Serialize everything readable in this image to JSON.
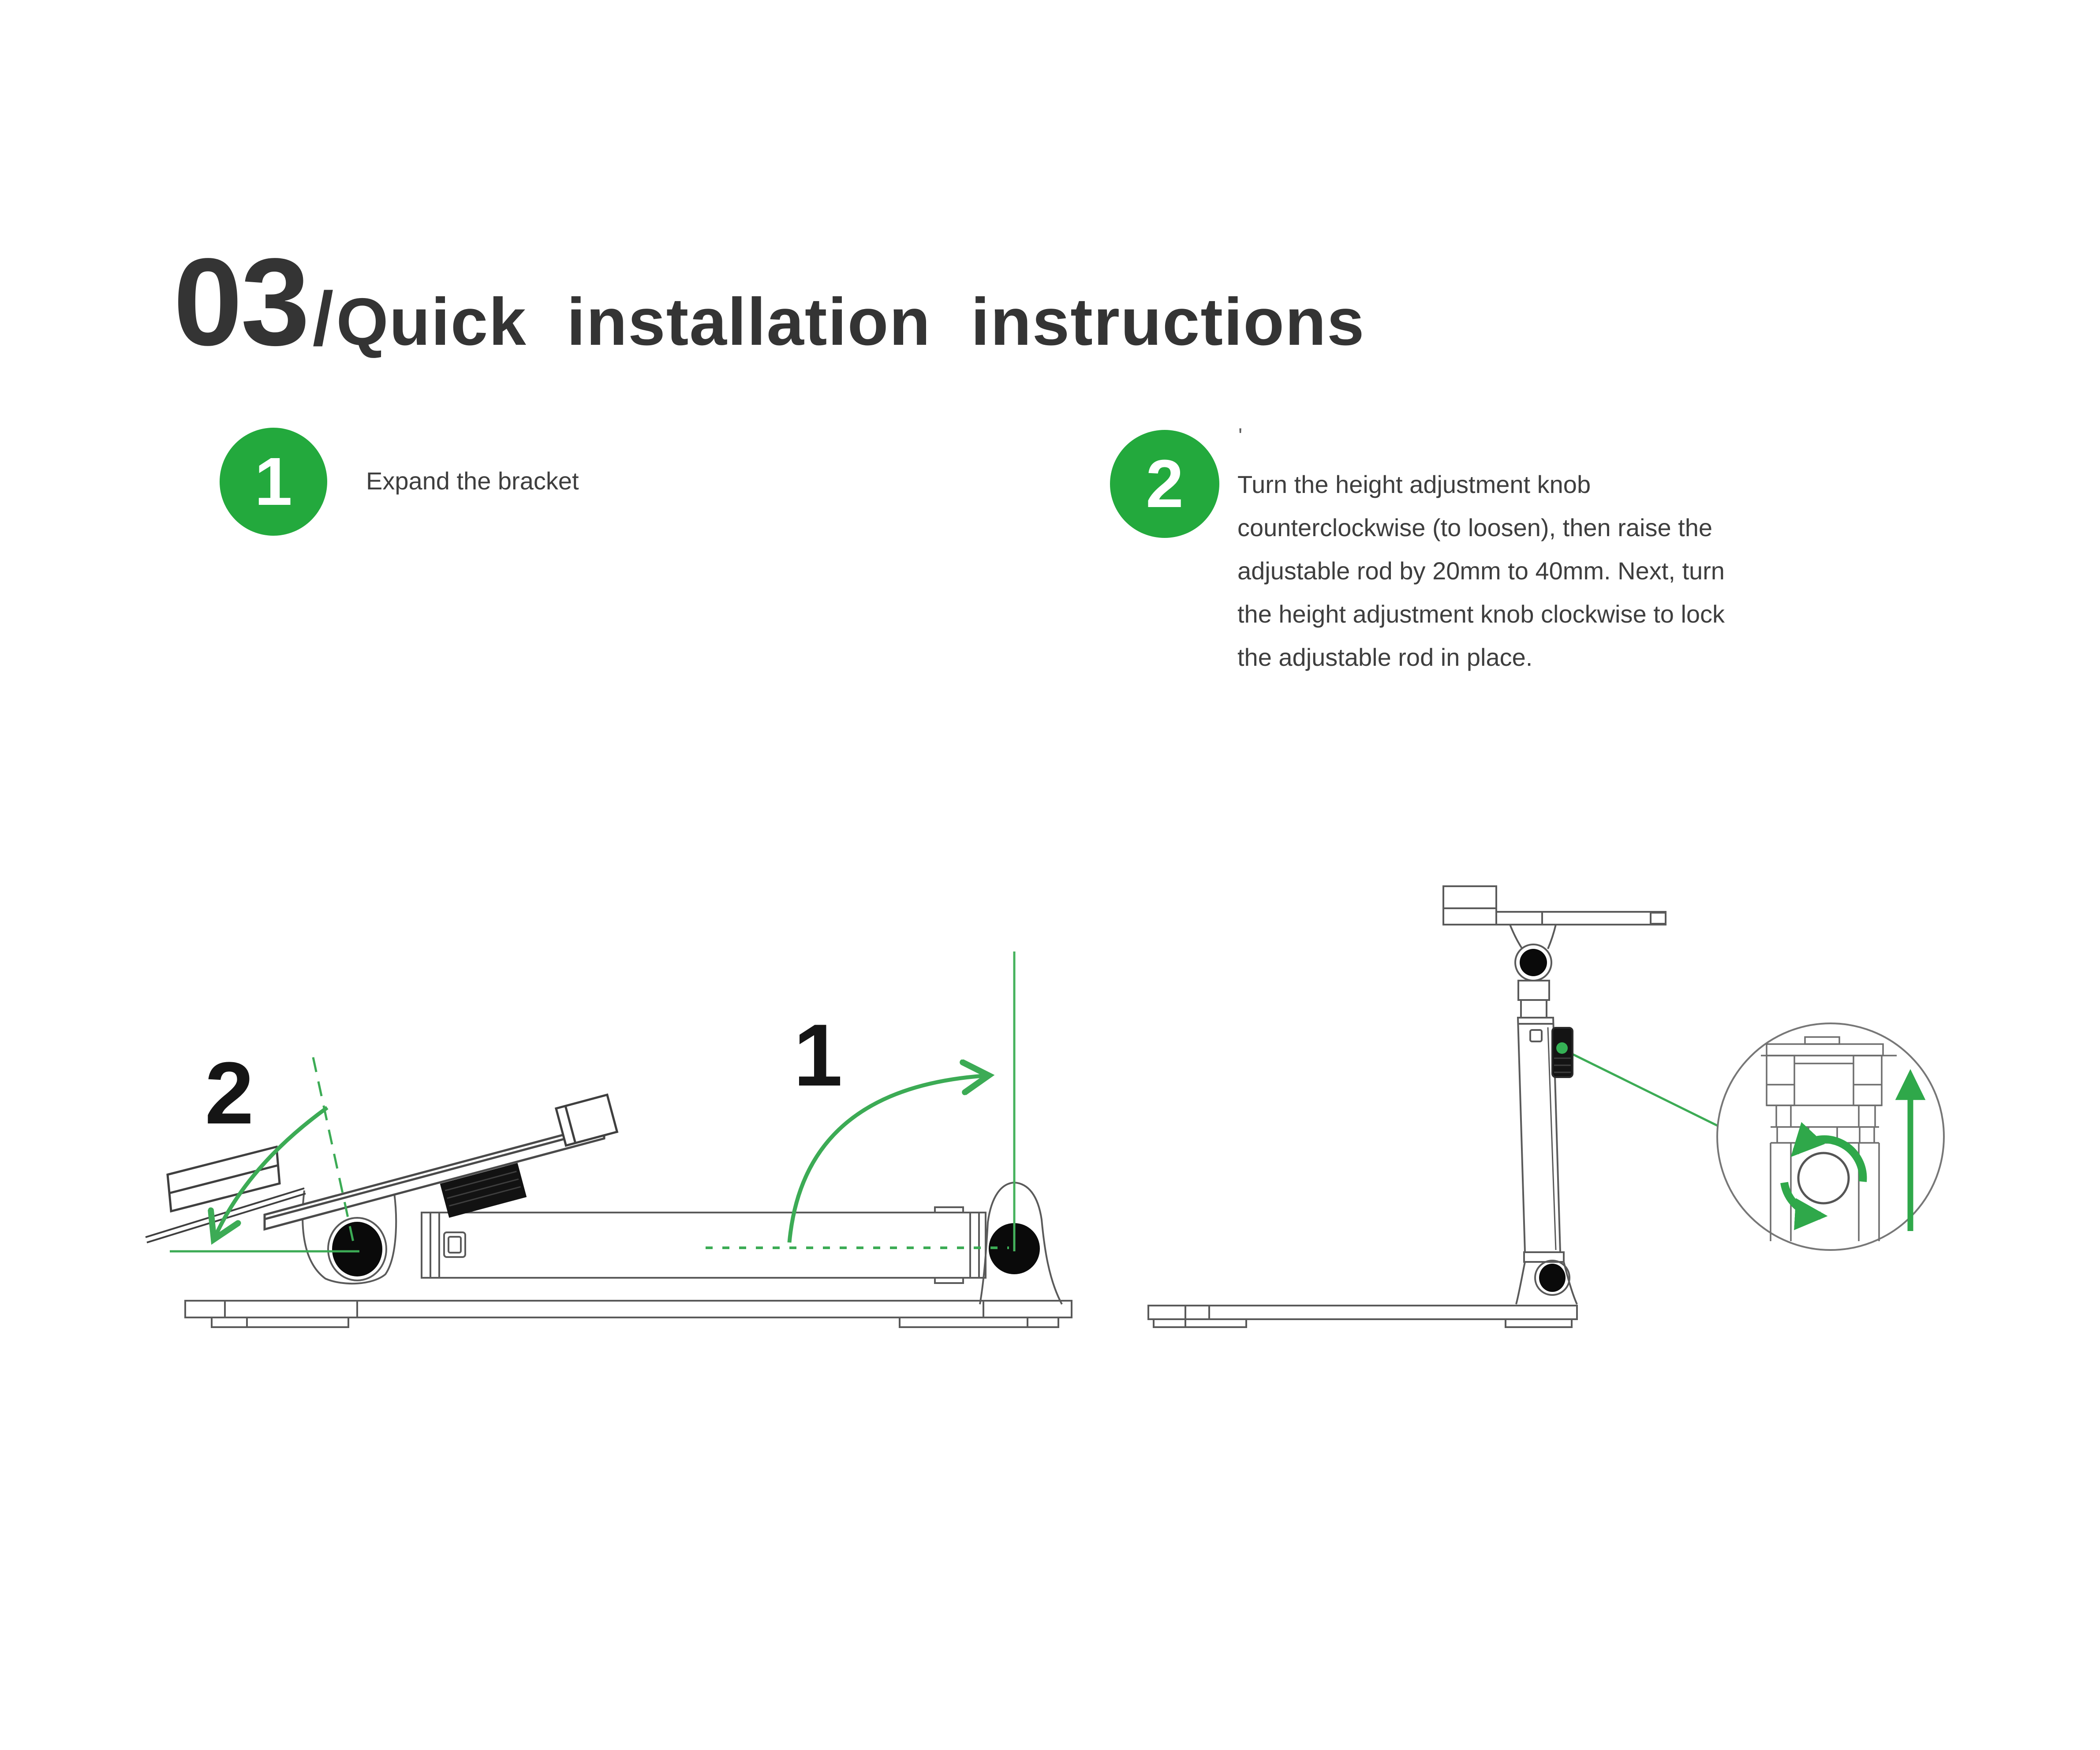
{
  "header": {
    "number": "03",
    "separator": "/",
    "title": "Quick installation instructions"
  },
  "steps": [
    {
      "badge": "1",
      "text": "Expand the bracket"
    },
    {
      "badge": "2",
      "mark": "'",
      "lines": [
        "Turn the height adjustment knob",
        "counterclockwise (to loosen), then raise the",
        "adjustable rod by 20mm to 40mm. Next, turn",
        "the height adjustment knob clockwise to lock",
        "the adjustable rod in place."
      ]
    }
  ],
  "figure_labels": {
    "fold_flap_step": "2",
    "raise_arm_step": "1"
  },
  "icons": {
    "step_badge": "green-circle-number",
    "magnifier": "detail-zoom-circle",
    "rotation_arrows": "counterclockwise-rotation-arrows",
    "up_arrow": "raise-up-arrow",
    "chevron_arrow": "open-chevron-arrow"
  },
  "colors": {
    "badge_green": "#23a93d",
    "annotation_green": "#3cab55",
    "line_gray": "#5a5a5a",
    "ink_black": "#0a0a0a",
    "title_text": "#343434",
    "body_text": "#3e3e3e",
    "background": "#ffffff"
  }
}
